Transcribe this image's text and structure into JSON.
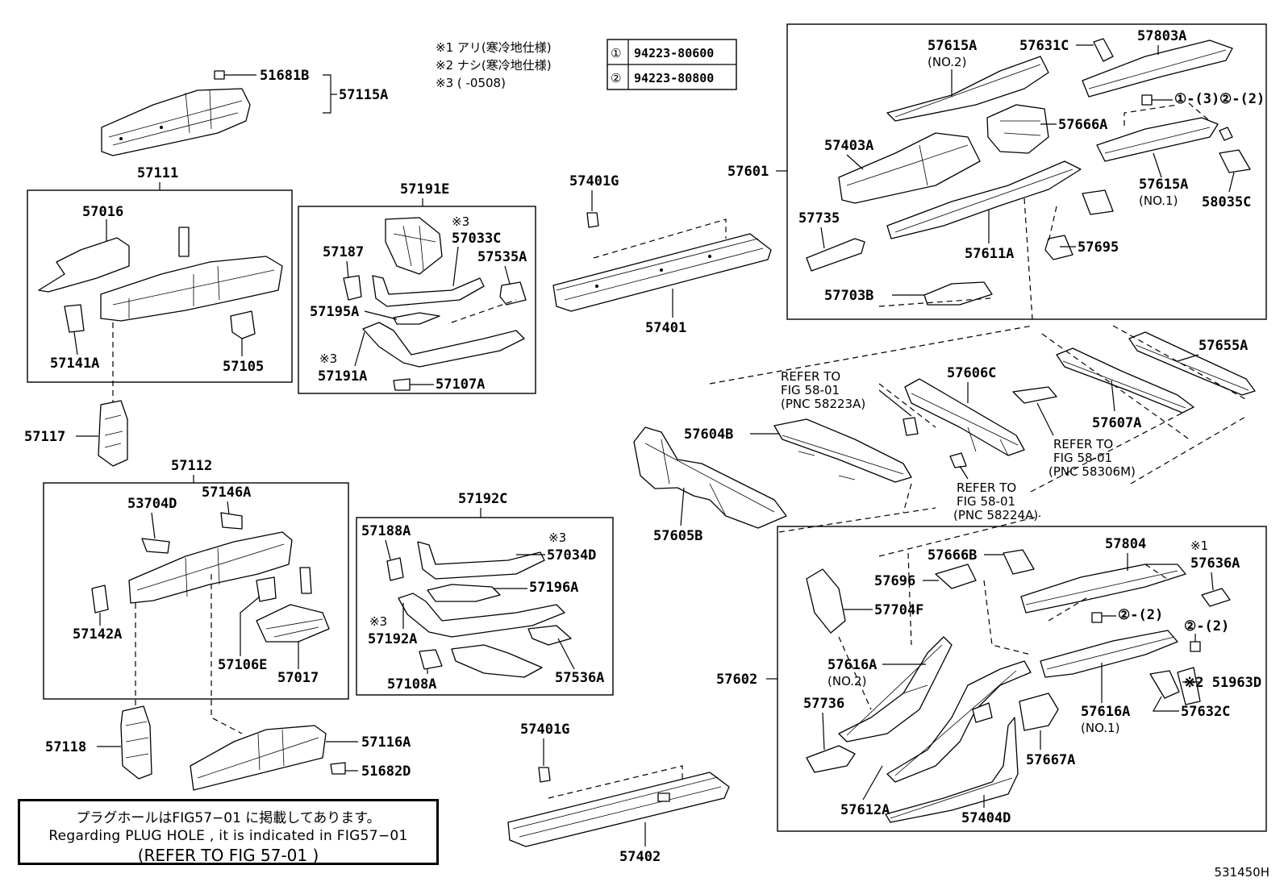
{
  "notes": {
    "n1": "※1 アリ(寒冷地仕様)",
    "n2": "※2 ナシ(寒冷地仕様)",
    "n3": "※3 (       -0508)"
  },
  "fasteners": [
    {
      "symbol": "①",
      "part": "94223-80600"
    },
    {
      "symbol": "②",
      "part": "94223-80800"
    }
  ],
  "labels": {
    "p51681B": "51681B",
    "p57115A": "57115A",
    "p57111": "57111",
    "p57016": "57016",
    "p57141A": "57141A",
    "p57105": "57105",
    "p57117": "57117",
    "p57112": "57112",
    "p53704D": "53704D",
    "p57146A": "57146A",
    "p57142A": "57142A",
    "p57106E": "57106E",
    "p57017": "57017",
    "p57118": "57118",
    "p57116A": "57116A",
    "p51682D": "51682D",
    "p57191E": "57191E",
    "p57187": "57187",
    "p57033C": "57033C",
    "p57535A": "57535A",
    "p57195A": "57195A",
    "p57191A": "57191A",
    "p57107A": "57107A",
    "p57192C": "57192C",
    "p57188A": "57188A",
    "p57034D": "57034D",
    "p57196A": "57196A",
    "p57192A": "57192A",
    "p57108A": "57108A",
    "p57536A": "57536A",
    "p57401G_a": "57401G",
    "p57401": "57401",
    "p57401G_b": "57401G",
    "p57402": "57402",
    "p57601": "57601",
    "p57615A_2": "57615A",
    "p57615A_2sub": "(NO.2)",
    "p57631C": "57631C",
    "p57803A": "57803A",
    "p57666A": "57666A",
    "p57403A": "57403A",
    "p57735": "57735",
    "p57611A": "57611A",
    "p57695": "57695",
    "p57703B": "57703B",
    "p57615A_1": "57615A",
    "p57615A_1sub": "(NO.1)",
    "p58035C": "58035C",
    "p_f1": "①-(3)",
    "p_f2": "②-(2)",
    "p57606C": "57606C",
    "p57655A": "57655A",
    "p57607A": "57607A",
    "p57604B": "57604B",
    "p57605B": "57605B",
    "ref1a": "REFER TO",
    "ref1b": "FIG 58-01",
    "ref1c": "(PNC 58223A)",
    "ref2a": "REFER TO",
    "ref2b": "FIG  58-01",
    "ref2c": "(PNC 58306M)",
    "ref3a": "REFER TO",
    "ref3b": "FIG  58-01",
    "ref3c": "(PNC 58224A)",
    "p57602": "57602",
    "p57666B": "57666B",
    "p57804": "57804",
    "p57636A_mark": "※1",
    "p57636A": "57636A",
    "p57696": "57696",
    "p57704F": "57704F",
    "p_f3": "②-(2)",
    "p_f4": "②-(2)",
    "p57616A_2": "57616A",
    "p57616A_2sub": "(NO.2)",
    "p57736": "57736",
    "p51963D": "※2 51963D",
    "p57616A_1": "57616A",
    "p57616A_1sub": "(NO.1)",
    "p57632C": "57632C",
    "p57667A": "57667A",
    "p57612A": "57612A",
    "p57404D": "57404D",
    "mark3a": "※3",
    "mark3b": "※3",
    "mark3c": "※3",
    "mark3d": "※3"
  },
  "bottom_note": {
    "line1": "プラグホールはFIG57−01 に掲載してあります。",
    "line2": "Regarding  PLUG HOLE , it is indicated in FIG57−01",
    "line3": "(REFER TO FIG  57-01     )"
  },
  "figure_id": "531450H"
}
